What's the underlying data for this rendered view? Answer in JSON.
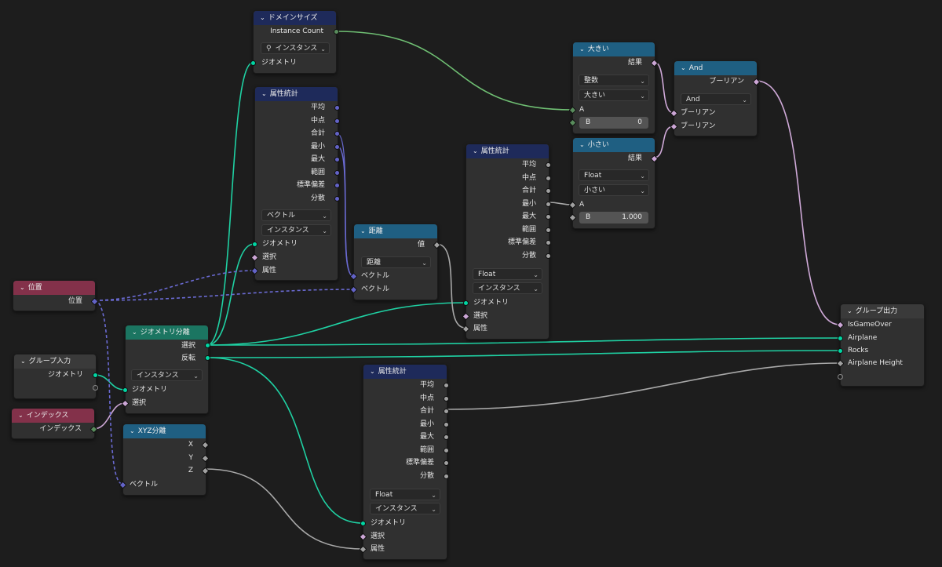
{
  "nodes": {
    "domain_size": {
      "title": "ドメインサイズ",
      "out_instance_count": "Instance Count",
      "component_icon": "instance-point-icon",
      "component": "インスタンス",
      "in_geometry": "ジオメトリ"
    },
    "attr_stat_1": {
      "title": "属性統計",
      "outputs": [
        "平均",
        "中点",
        "合計",
        "最小",
        "最大",
        "範囲",
        "標準偏差",
        "分散"
      ],
      "data_type": "ベクトル",
      "domain": "インスタンス",
      "in_geometry": "ジオメトリ",
      "in_selection": "選択",
      "in_attribute": "属性"
    },
    "distance": {
      "title": "距離",
      "out_value": "値",
      "operation": "距離",
      "in_vec1": "ベクトル",
      "in_vec2": "ベクトル"
    },
    "attr_stat_2": {
      "title": "属性統計",
      "outputs": [
        "平均",
        "中点",
        "合計",
        "最小",
        "最大",
        "範囲",
        "標準偏差",
        "分散"
      ],
      "data_type": "Float",
      "domain": "インスタンス",
      "in_geometry": "ジオメトリ",
      "in_selection": "選択",
      "in_attribute": "属性"
    },
    "greater": {
      "title": "大きい",
      "out_result": "結果",
      "data_type": "整数",
      "operation": "大きい",
      "in_a": "A",
      "in_b_label": "B",
      "in_b_value": "0"
    },
    "less": {
      "title": "小さい",
      "out_result": "結果",
      "data_type": "Float",
      "operation": "小さい",
      "in_a": "A",
      "in_b_label": "B",
      "in_b_value": "1.000"
    },
    "and": {
      "title": "And",
      "out_boolean": "ブーリアン",
      "operation": "And",
      "in_bool1": "ブーリアン",
      "in_bool2": "ブーリアン"
    },
    "position": {
      "title": "位置",
      "out_position": "位置"
    },
    "group_input": {
      "title": "グループ入力",
      "out_geometry": "ジオメトリ"
    },
    "index": {
      "title": "インデックス",
      "out_index": "インデックス"
    },
    "separate_geo": {
      "title": "ジオメトリ分離",
      "out_selection": "選択",
      "out_inverted": "反転",
      "domain": "インスタンス",
      "in_geometry": "ジオメトリ",
      "in_selection": "選択"
    },
    "separate_xyz": {
      "title": "XYZ分離",
      "out_x": "X",
      "out_y": "Y",
      "out_z": "Z",
      "in_vector": "ベクトル"
    },
    "attr_stat_3": {
      "title": "属性統計",
      "outputs": [
        "平均",
        "中点",
        "合計",
        "最小",
        "最大",
        "範囲",
        "標準偏差",
        "分散"
      ],
      "data_type": "Float",
      "domain": "インスタンス",
      "in_geometry": "ジオメトリ",
      "in_selection": "選択",
      "in_attribute": "属性"
    },
    "group_output": {
      "title": "グループ出力",
      "in_isgameover": "IsGameOver",
      "in_airplane": "Airplane",
      "in_rocks": "Rocks",
      "in_airplane_height": "Airplane Height"
    }
  },
  "colors": {
    "background": "#1d1d1d",
    "node_body": "#303030",
    "header_geometry": "#1e2a5a",
    "header_utility": "#1f5f82",
    "header_input": "#83314a",
    "header_separate": "#1b7561",
    "socket_geometry": "#00d6a3",
    "socket_vector": "#6363c7",
    "socket_float": "#a1a1a1",
    "socket_boolean": "#cca6d6",
    "socket_integer": "#598c5c"
  }
}
